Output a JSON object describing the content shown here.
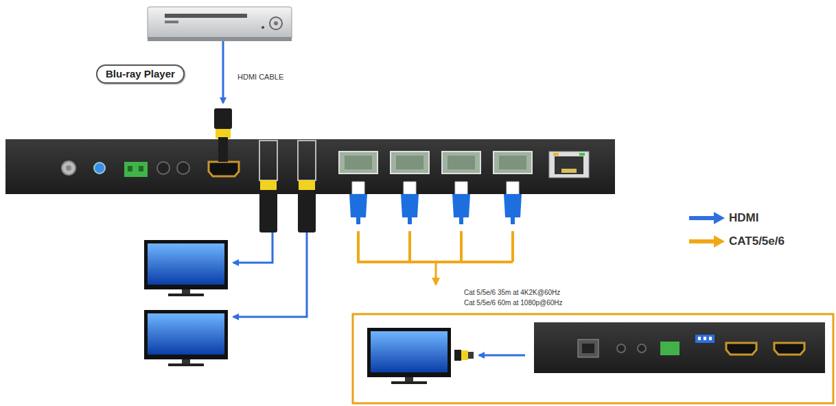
{
  "diagram": {
    "nodes": [
      {
        "text": [
          "Blu-ray Player"
        ]
      }
    ],
    "labels": [
      "HDMI CABLE",
      "Cat 5/5e/6 35m at 4K2K@60Hz",
      "Cat 5/5e/6 60m at 1080p@60Hz"
    ],
    "legend": [
      {
        "text": "HDMI"
      },
      {
        "text": "CAT5/5e/6"
      }
    ]
  }
}
